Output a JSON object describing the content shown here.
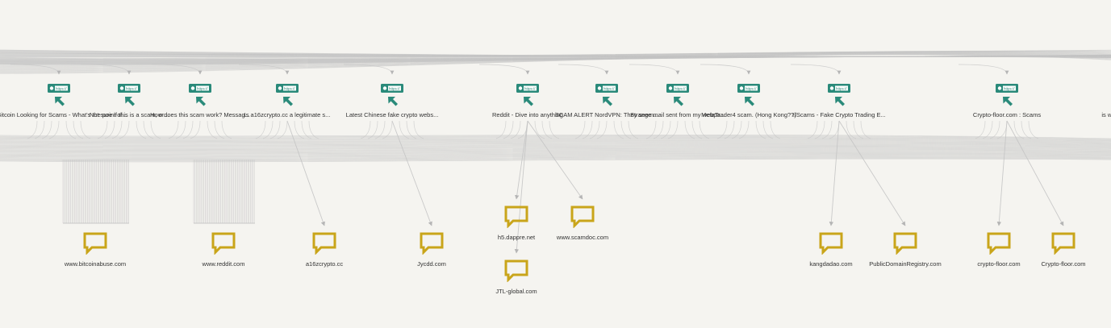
{
  "colors": {
    "background": "#f5f4f0",
    "edge": "#c4c4c4",
    "url_node": "#2a8a7a",
    "domain_node": "#c9a51a",
    "text": "#333333"
  },
  "icons": {
    "url": "https-link-icon",
    "domain": "speech-bubble-icon"
  },
  "url_nodes": [
    {
      "id": "u1",
      "label": "Is Bitcoin Looking for Scams - What's the point of...",
      "arrow_text": "https://"
    },
    {
      "id": "u2",
      "label": "Not sure if this is a scam, or...",
      "arrow_text": "https://"
    },
    {
      "id": "u3",
      "label": "How does this scam work? Messag...",
      "arrow_text": "https://"
    },
    {
      "id": "u4",
      "label": "Is a16zcrypto.cc a legitimate s...",
      "arrow_text": "https://"
    },
    {
      "id": "u5",
      "label": "Latest Chinese fake crypto webs...",
      "arrow_text": "https://"
    },
    {
      "id": "u6",
      "label": "Reddit - Dive into anything",
      "arrow_text": "https://"
    },
    {
      "id": "u7",
      "label": "SCAM ALERT NordVPN: They seem...",
      "arrow_text": "https://"
    },
    {
      "id": "u8",
      "label": "Strange mail sent from my webpa...",
      "arrow_text": "https://"
    },
    {
      "id": "u9",
      "label": "MetaTrader4 scam. (Hong Kong??)",
      "arrow_text": "https://"
    },
    {
      "id": "u10",
      "label": "r/Scams - Fake Crypto Trading E...",
      "arrow_text": "https://"
    },
    {
      "id": "u11",
      "label": "Crypto-floor.com : Scams",
      "arrow_text": "https://"
    },
    {
      "id": "u12",
      "label": "is we...",
      "arrow_text": ""
    }
  ],
  "domain_nodes": [
    {
      "id": "d1",
      "label": "www.bitcoinabuse.com"
    },
    {
      "id": "d2",
      "label": "www.reddit.com"
    },
    {
      "id": "d3",
      "label": "a16zcrypto.cc"
    },
    {
      "id": "d4",
      "label": "Jycdd.com"
    },
    {
      "id": "d5",
      "label": "h5.dappre.net"
    },
    {
      "id": "d6",
      "label": "www.scamdoc.com"
    },
    {
      "id": "d7",
      "label": "JTL-global.com"
    },
    {
      "id": "d8",
      "label": "kangdadao.com"
    },
    {
      "id": "d9",
      "label": "PublicDomainRegistry.com"
    },
    {
      "id": "d10",
      "label": "crypto-floor.com"
    },
    {
      "id": "d11",
      "label": "Crypto-floor.com"
    }
  ],
  "links": [
    [
      "u4",
      "d3"
    ],
    [
      "u5",
      "d4"
    ],
    [
      "u6",
      "d5"
    ],
    [
      "u6",
      "d7"
    ],
    [
      "u6",
      "d6"
    ],
    [
      "u10",
      "d8"
    ],
    [
      "u10",
      "d9"
    ],
    [
      "u11",
      "d10"
    ],
    [
      "u11",
      "d11"
    ]
  ]
}
